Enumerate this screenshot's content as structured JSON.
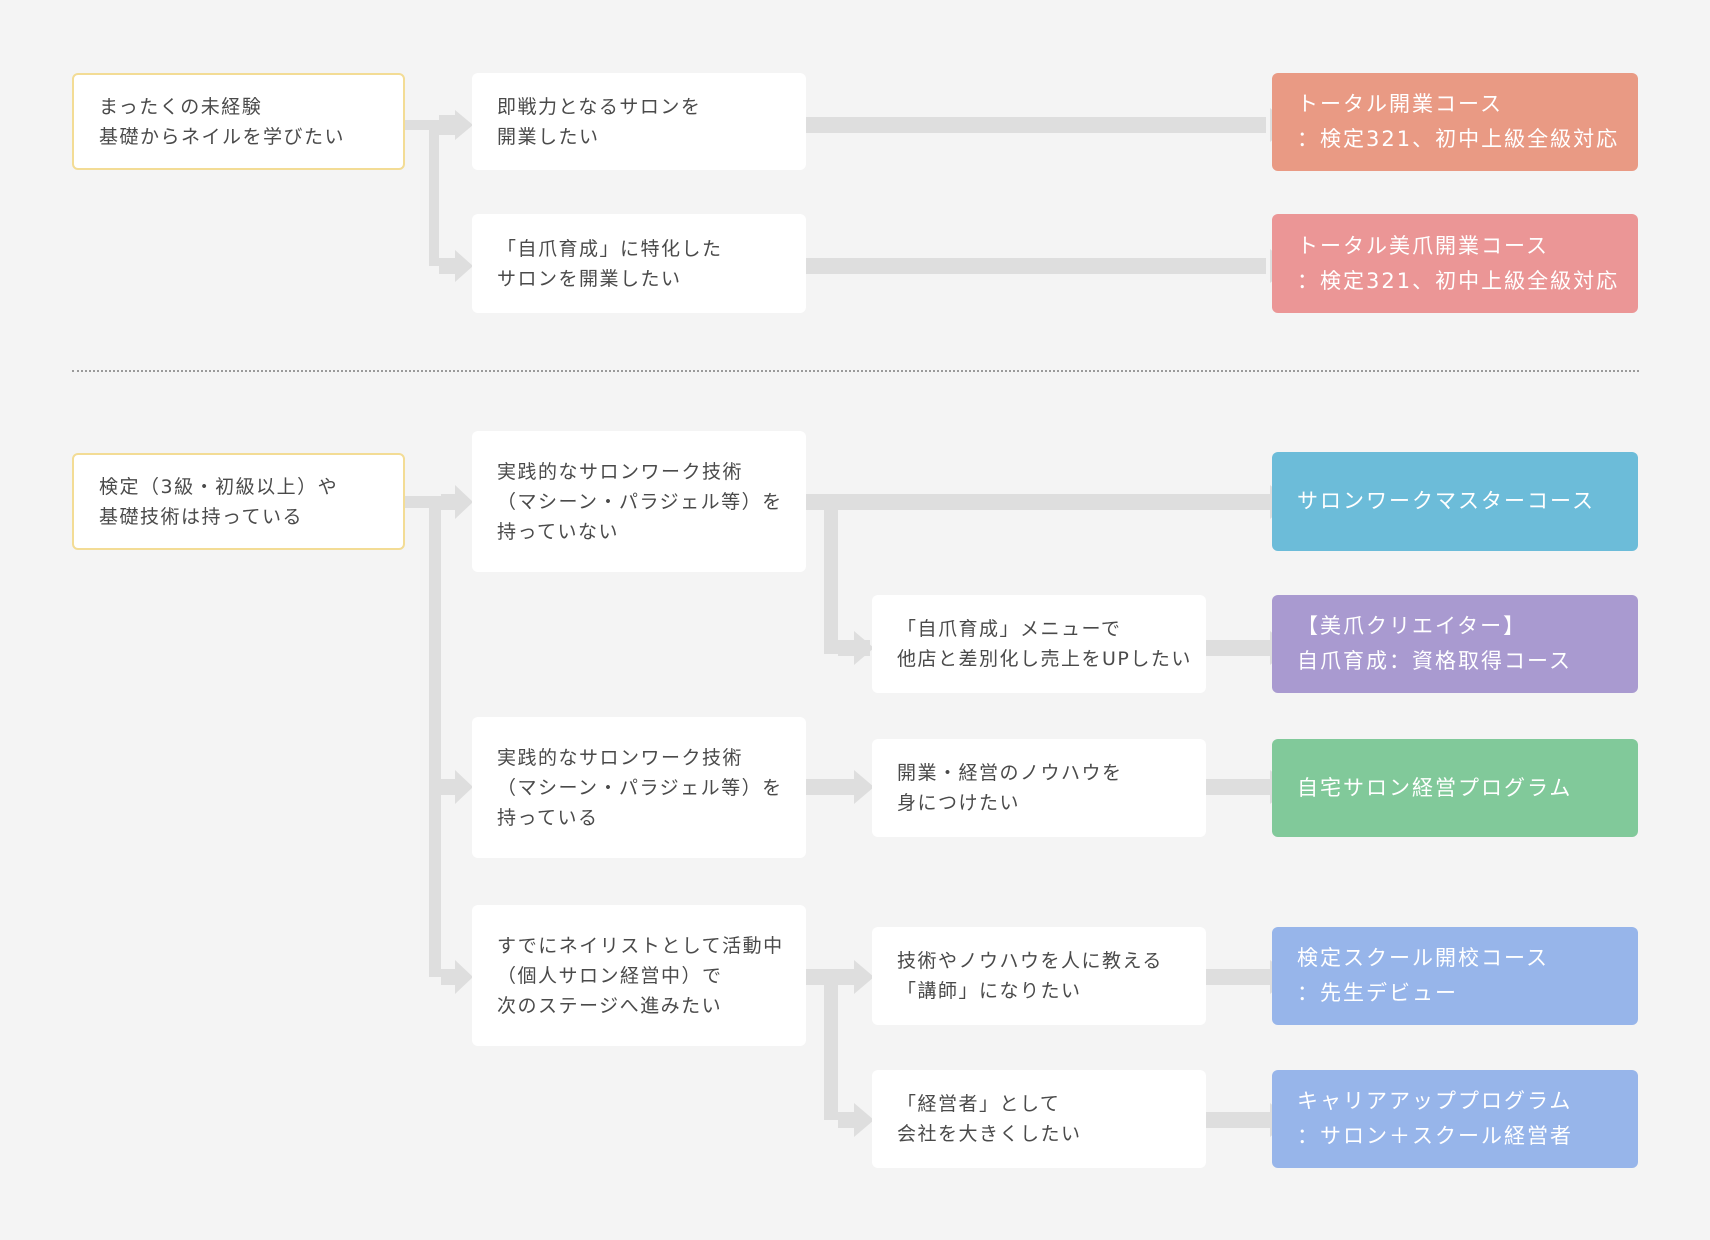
{
  "nodes": {
    "cond_beginner": "まったくの未経験\n基礎からネイルを学びたい",
    "step_open_salon": "即戦力となるサロンを\n開業したい",
    "step_jizume_salon": "「自爪育成」に特化した\nサロンを開業したい",
    "course_total": "トータル開業コース\n：検定321、初中上級全級対応",
    "course_total_bizume": "トータル美爪開業コース\n：検定321、初中上級全級対応",
    "cond_experienced": "検定（3級・初級以上）や\n基礎技術は持っている",
    "step_no_skill": "実践的なサロンワーク技術\n（マシーン・パラジェル等）を\n持っていない",
    "step_has_skill": "実践的なサロンワーク技術\n（マシーン・パラジェル等）を\n持っている",
    "step_active": "すでにネイリストとして活動中\n（個人サロン経営中）で\n次のステージへ進みたい",
    "step_jizume_menu": "「自爪育成」メニューで\n他店と差別化し売上をUPしたい",
    "step_knowhow": "開業・経営のノウハウを\n身につけたい",
    "step_teacher": "技術やノウハウを人に教える\n「講師」になりたい",
    "step_manager": "「経営者」として\n会社を大きくしたい",
    "course_salonwork": "サロンワークマスターコース",
    "course_creator": "【美爪クリエイター】\n自爪育成：資格取得コース",
    "course_home_salon": "自宅サロン経営プログラム",
    "course_school": "検定スクール開校コース\n：先生デビュー",
    "course_career": "キャリアアッププログラム\n：サロン＋スクール経営者"
  },
  "colors": {
    "background": "#f4f4f4",
    "condition_border": "#f3dc95",
    "connector": "#dedede",
    "course_total": "#e99a84",
    "course_total_bizume": "#eb9696",
    "course_salonwork": "#6cbcd9",
    "course_creator": "#a99ad0",
    "course_home_salon": "#81c99a",
    "course_school": "#97b5ea",
    "course_career": "#97b5ea"
  }
}
